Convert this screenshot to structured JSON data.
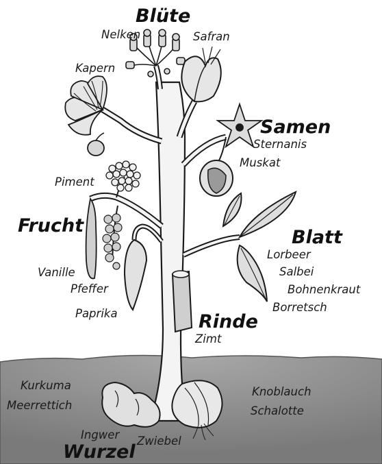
{
  "categories": {
    "bluete": {
      "title": "Blüte",
      "items": [
        "Nelken",
        "Safran",
        "Kapern"
      ]
    },
    "samen": {
      "title": "Samen",
      "items": [
        "Sternanis",
        "Muskat"
      ]
    },
    "frucht": {
      "title": "Frucht",
      "items": [
        "Piment",
        "Vanille",
        "Pfeffer",
        "Paprika"
      ]
    },
    "blatt": {
      "title": "Blatt",
      "items": [
        "Lorbeer",
        "Salbei",
        "Bohnenkraut",
        "Borretsch"
      ]
    },
    "rinde": {
      "title": "Rinde",
      "items": [
        "Zimt"
      ]
    },
    "wurzel": {
      "title": "Wurzel",
      "items": [
        "Kurkuma",
        "Meerrettich",
        "Ingwer",
        "Zwiebel",
        "Knoblauch",
        "Schalotte"
      ]
    }
  },
  "colors": {
    "ink": "#1a1a1a",
    "soil": "#8c8c8c",
    "stem": "#f4f4f4",
    "petal": "#e6e6e6"
  }
}
